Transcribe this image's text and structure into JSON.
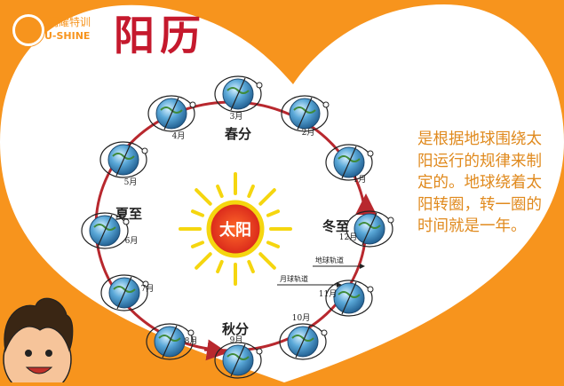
{
  "logo": {
    "cn": "闪耀特训",
    "en": "U-SHINE"
  },
  "title": "阳历",
  "description": "是根据地球围绕太阳运行的规律来制定的。地球绕着太阳转圈，转一圈的时间就是一年。",
  "sun_label": "太阳",
  "seasons": {
    "spring": "春分",
    "summer": "夏至",
    "autumn": "秋分",
    "winter": "冬至"
  },
  "orbit_labels": {
    "earth_orbit": "地球轨道",
    "moon_orbit": "月球轨道"
  },
  "months": [
    {
      "label": "1月"
    },
    {
      "label": "2月"
    },
    {
      "label": "3月"
    },
    {
      "label": "4月"
    },
    {
      "label": "5月"
    },
    {
      "label": "6月"
    },
    {
      "label": "7月"
    },
    {
      "label": "8月"
    },
    {
      "label": "9月"
    },
    {
      "label": "10月"
    },
    {
      "label": "11月"
    },
    {
      "label": "12月"
    }
  ],
  "colors": {
    "background": "#f7941d",
    "heart": "#ffffff",
    "title": "#c5192d",
    "orbit": "#b8282e",
    "sun": "#f5d60f",
    "sun_core": "#e23b1c",
    "text": "#e08a1e"
  }
}
